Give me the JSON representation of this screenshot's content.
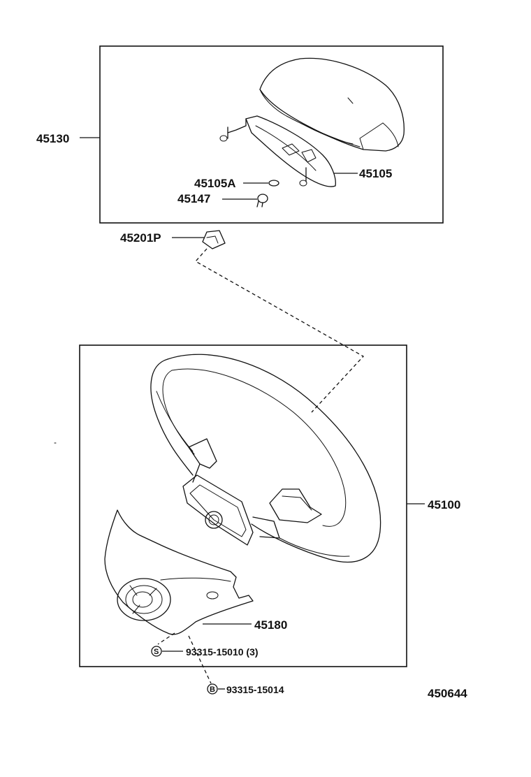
{
  "labels": {
    "pad_assembly": "45130",
    "horn_plate": "45105",
    "horn_plate_a": "45105A",
    "screw": "45147",
    "nut": "45201P",
    "wheel_assembly": "45100",
    "lower_cover": "45180",
    "screw_s": "93315-15010 (3)",
    "screw_b": "93315-15014",
    "diagram_number": "450644"
  },
  "badges": {
    "s": "S",
    "b": "B"
  }
}
